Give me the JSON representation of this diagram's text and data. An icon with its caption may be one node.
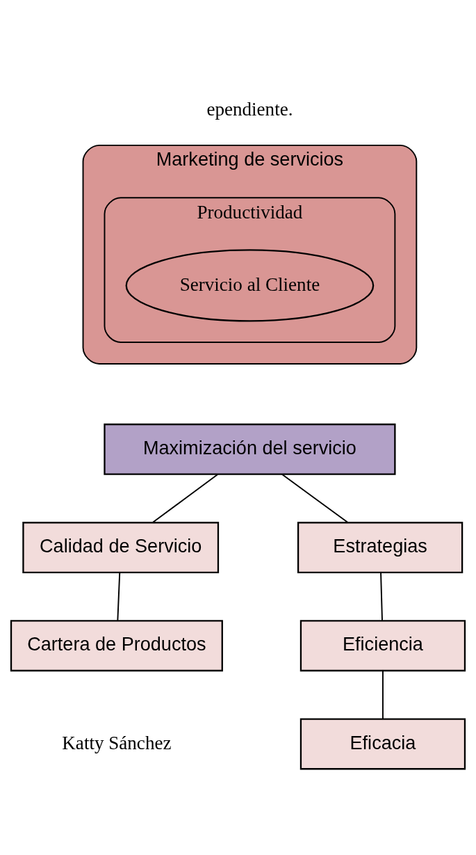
{
  "diagram": {
    "nodes": [
      {
        "text": [
          "Marketing de servicios"
        ]
      },
      {
        "text": [
          "Productividad"
        ],
        "in": 0
      },
      {
        "text": [
          "Servicio al Cliente"
        ],
        "in": 1
      },
      {
        "text": [
          "Maximización del servicio"
        ]
      },
      {
        "text": [
          "Calidad de Servicio"
        ]
      },
      {
        "text": [
          "Estrategias"
        ]
      },
      {
        "text": [
          "Cartera de Productos"
        ]
      },
      {
        "text": [
          "Eficiencia"
        ]
      },
      {
        "text": [
          "Eficacia"
        ]
      }
    ],
    "edges": [
      {
        "from": 3,
        "to": 4,
        "arrow": "none"
      },
      {
        "from": 3,
        "to": 5,
        "arrow": "none"
      },
      {
        "from": 4,
        "to": 6,
        "arrow": "none"
      },
      {
        "from": 5,
        "to": 7,
        "arrow": "none"
      },
      {
        "from": 7,
        "to": 8,
        "arrow": "none"
      }
    ],
    "labels": [
      "ependiente.",
      "Katty Sánchez"
    ]
  }
}
